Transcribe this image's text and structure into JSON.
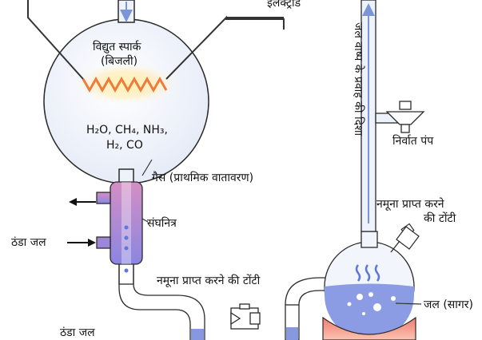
{
  "labels": {
    "electrode": "इलेक्ट्रोड",
    "spark_line1": "विद्युत स्पार्क",
    "spark_line2": "(बिजली)",
    "gases_line1": "H₂O, CH₄, NH₃,",
    "gases_line2": "H₂, CO",
    "gas": "गैस (प्राथमिक वातावरण)",
    "condenser": "संघनित्र",
    "cold_water_in": "ठंडा जल",
    "cold_water_out": "ठंडा जल",
    "sample_tap_bottom": "नमूना प्राप्त करने की टोंटी",
    "sample_tap_right_line1": "नमूना प्राप्त करने",
    "sample_tap_right_line2": "की टोंटी",
    "vacuum_pump": "निर्वात पंप",
    "steam_direction": "जल वाष्प के प्रवाह की दिशा",
    "water_ocean": "जल (सागर)"
  },
  "colors": {
    "glass_stroke": "#2b2b2b",
    "tube_fill": "#ffffff",
    "flow_arrow": "#7b95d6",
    "water_fill": "#8898e0",
    "condenser_gradient_top": "#d68fc6",
    "condenser_gradient_bottom": "#8b84e0",
    "spark": "#f07a3a",
    "heater": "#e57066"
  },
  "icons": [
    "flow-arrow-icon",
    "spark-zigzag-icon",
    "stopcock-icon",
    "bubble-icon",
    "heater-icon"
  ]
}
